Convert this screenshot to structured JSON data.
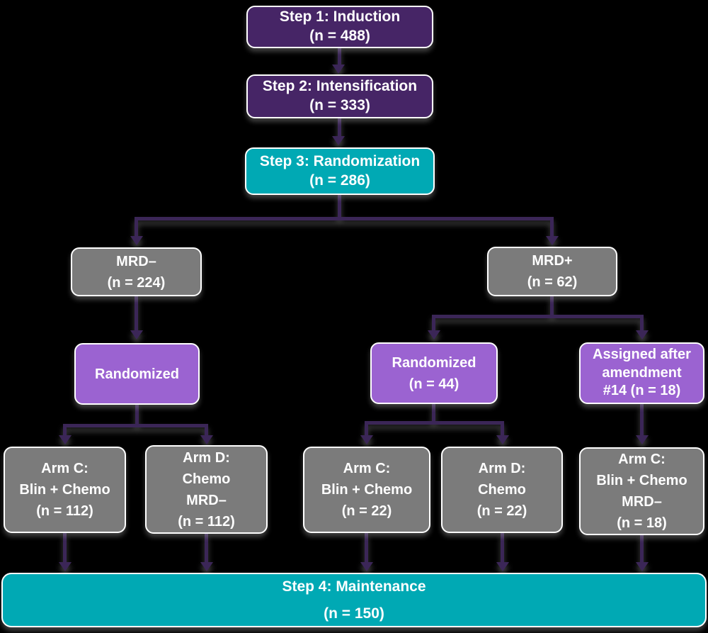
{
  "title": "Study design flow diagram",
  "colors": {
    "background": "#000000",
    "dark_purple": "#462566",
    "teal": "#00a9b4",
    "gray": "#7b7b7b",
    "purple": "#9b63d1",
    "line": "#3b2657",
    "border": "#ffffff",
    "text": "#ffffff"
  },
  "nodes": {
    "step1": {
      "lines": [
        "Step 1: Induction",
        "(n = 488)"
      ]
    },
    "step2": {
      "lines": [
        "Step 2: Intensification",
        "(n = 333)"
      ]
    },
    "step3": {
      "lines": [
        "Step 3: Randomization",
        "(n = 286)"
      ]
    },
    "mrd_neg": {
      "lines": [
        "MRD–",
        "(n = 224)"
      ]
    },
    "mrd_pos": {
      "lines": [
        "MRD+",
        "(n = 62)"
      ]
    },
    "rand_left": {
      "lines": [
        "Randomized"
      ]
    },
    "rand_right": {
      "lines": [
        "Randomized",
        "(n = 44)"
      ]
    },
    "assigned": {
      "lines": [
        "Assigned after",
        "amendment",
        "#14 (n = 18)"
      ]
    },
    "armc_left": {
      "lines": [
        "Arm C:",
        "Blin + Chemo",
        "(n = 112)"
      ]
    },
    "armd_left": {
      "lines": [
        "Arm D:",
        "Chemo",
        "MRD–",
        "(n = 112)"
      ]
    },
    "armc_mid": {
      "lines": [
        "Arm C:",
        "Blin + Chemo",
        "(n = 22)"
      ]
    },
    "armd_mid": {
      "lines": [
        "Arm D:",
        "Chemo",
        "(n = 22)"
      ]
    },
    "armc_right": {
      "lines": [
        "Arm C:",
        "Blin + Chemo",
        "MRD–",
        "(n = 18)"
      ]
    },
    "step4": {
      "lines": [
        "Step 4: Maintenance",
        "(n = 150)"
      ]
    }
  },
  "edges": [
    {
      "from": "step1",
      "to": "step2"
    },
    {
      "from": "step2",
      "to": "step3"
    },
    {
      "from": "step3",
      "to": "mrd_neg"
    },
    {
      "from": "step3",
      "to": "mrd_pos"
    },
    {
      "from": "mrd_neg",
      "to": "rand_left"
    },
    {
      "from": "mrd_pos",
      "to": "rand_right"
    },
    {
      "from": "mrd_pos",
      "to": "assigned"
    },
    {
      "from": "rand_left",
      "to": "armc_left"
    },
    {
      "from": "rand_left",
      "to": "armd_left"
    },
    {
      "from": "rand_right",
      "to": "armc_mid"
    },
    {
      "from": "rand_right",
      "to": "armd_mid"
    },
    {
      "from": "assigned",
      "to": "armc_right"
    },
    {
      "from": "armc_left",
      "to": "step4"
    },
    {
      "from": "armd_left",
      "to": "step4"
    },
    {
      "from": "armc_mid",
      "to": "step4"
    },
    {
      "from": "armd_mid",
      "to": "step4"
    },
    {
      "from": "armc_right",
      "to": "step4"
    }
  ]
}
